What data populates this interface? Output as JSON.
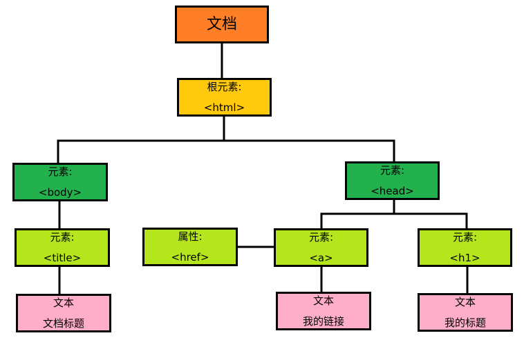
{
  "colors": {
    "document": "#ff7f27",
    "root": "#ffc90e",
    "element_dark": "#22b14c",
    "element_light": "#b5e61d",
    "text": "#ffaec9",
    "line": "#000000"
  },
  "nodes": {
    "document": {
      "line1": "文档"
    },
    "html": {
      "line1": "根元素:",
      "line2": "<html>"
    },
    "body": {
      "line1": "元素:",
      "line2": "<body>"
    },
    "head": {
      "line1": "元素:",
      "line2": "<head>"
    },
    "title": {
      "line1": "元素:",
      "line2": "<title>"
    },
    "href": {
      "line1": "属性:",
      "line2": "<href>"
    },
    "a": {
      "line1": "元素:",
      "line2": "<a>"
    },
    "h1": {
      "line1": "元素:",
      "line2": "<h1>"
    },
    "title_text": {
      "line1": "文本",
      "line2": "文档标题"
    },
    "link_text": {
      "line1": "文本",
      "line2": "我的链接"
    },
    "heading_text": {
      "line1": "文本",
      "line2": "我的标题"
    }
  }
}
